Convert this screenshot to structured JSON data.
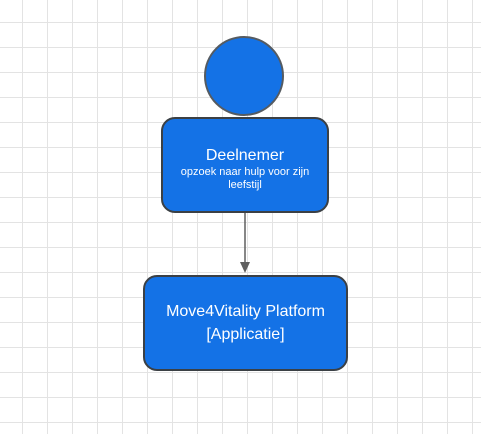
{
  "diagram": {
    "person": {
      "name": "Deelnemer",
      "description": "opzoek naar  hulp voor zijn leefstijl"
    },
    "system": {
      "name": "Move4Vitality Platform",
      "type": "[Applicatie]"
    },
    "relation": {
      "from": "person",
      "to": "system"
    }
  },
  "colors": {
    "node_fill": "#1472e6",
    "node_border": "#3b4045",
    "connector": "#5f5f5f",
    "grid": "#e3e3e3"
  }
}
